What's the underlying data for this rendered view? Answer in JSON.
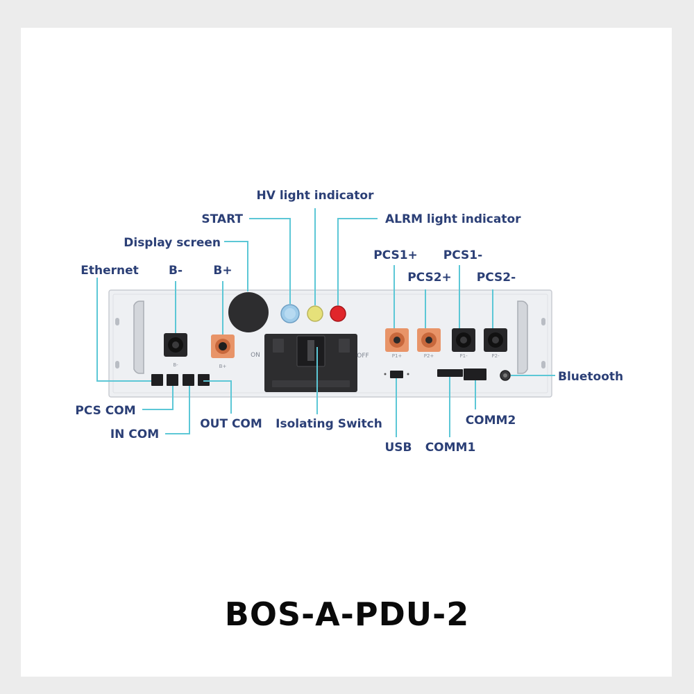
{
  "labels": {
    "hv_light_indicator": "HV light indicator",
    "start": "START",
    "alrm_light_indicator": "ALRM light indicator",
    "display_screen": "Display screen",
    "ethernet": "Ethernet",
    "b_minus": "B-",
    "b_plus": "B+",
    "pcs1_plus": "PCS1+",
    "pcs2_plus": "PCS2+",
    "pcs1_minus": "PCS1-",
    "pcs2_minus": "PCS2-",
    "bluetooth": "Bluetooth",
    "pcs_com": "PCS COM",
    "in_com": "IN COM",
    "out_com": "OUT COM",
    "isolating_switch": "Isolating Switch",
    "usb": "USB",
    "comm1": "COMM1",
    "comm2": "COMM2"
  },
  "panel_marks": {
    "b_minus": "B-",
    "b_plus": "B+",
    "on": "ON",
    "off": "OFF",
    "p1_plus": "P1+",
    "p2_plus": "P2+",
    "p1_minus": "P1-",
    "p2_minus": "P2-"
  },
  "model_name": "BOS-A-PDU-2",
  "colors": {
    "label": "#2b3f76",
    "leader_line": "#5cc7d6",
    "panel": "#eef0f3",
    "orange_terminal": "#e89468",
    "start_button": "#9ecbe9",
    "hv_light": "#e6e17a",
    "alarm_light": "#e0262b"
  }
}
